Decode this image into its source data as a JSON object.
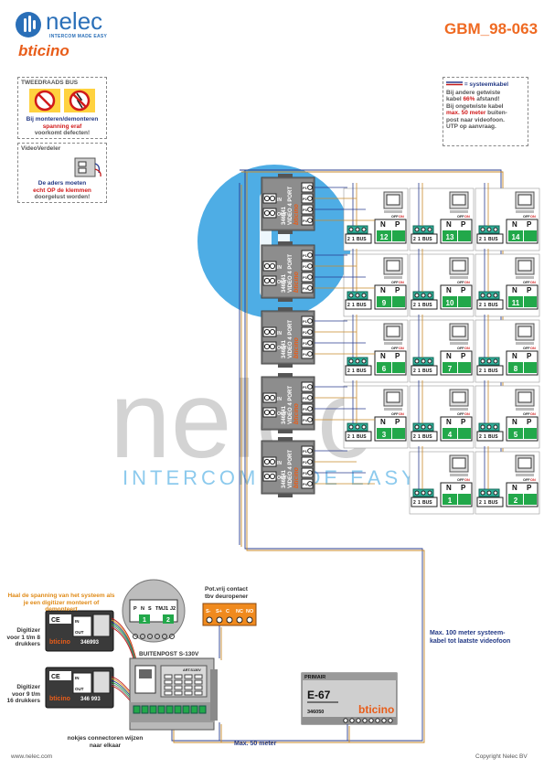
{
  "header": {
    "brand": "nelec",
    "tagline": "INTERCOM MADE EASY",
    "partner": "bticino",
    "doc_id": "GBM_98-063"
  },
  "warn_box": {
    "title": "TWEEDRAADS BUS",
    "line1": "Bij monteren/demonteren",
    "line2": "spanning eraf",
    "line3": "voorkomt defecten!"
  },
  "video_box": {
    "title": "VideoVerdeler",
    "line1": "De aders moeten",
    "line2": "echt OP de klemmen",
    "line3": "doorgelust worden!"
  },
  "note_box": {
    "legend": "= systeemkabel",
    "l1": "Bij andere getwiste",
    "l2a": "kabel ",
    "l2b": "66%",
    "l2c": " afstand!",
    "l3": "Bij ongetwiste kabel",
    "l4a": "max. 50 meter",
    "l4b": " buiten-",
    "l5": "post naar videofoon.",
    "l6": "UTP op aanvraag."
  },
  "watermark": {
    "big": "nelec",
    "small": "INTERCOM MADE EASY"
  },
  "distributor": {
    "model": "346841",
    "label": "VIDEO 4 PORT",
    "ports": [
      "P1",
      "P2",
      "P3",
      "P4"
    ],
    "in": "IN",
    "out": "OUT",
    "brand": "bticino"
  },
  "monitor": {
    "bus": "BUS",
    "n": "N",
    "p": "P",
    "off": "OFF",
    "on": "ON",
    "t2": "2",
    "t1": "1",
    "numbers": [
      "12",
      "13",
      "14",
      "9",
      "10",
      "11",
      "6",
      "7",
      "8",
      "3",
      "4",
      "5",
      "1",
      "2"
    ]
  },
  "left_panel": {
    "warning": "Haal de spanning van het systeem als je een digitizer monteert of demonteert",
    "dig1_label": "Digitizer voor 1 t/m 8 drukkers",
    "dig1_model": "346993",
    "dig2_label": "Digitizer voor 9 t/m 16 drukkers",
    "dig2_model": "346 993",
    "in": "IN",
    "out": "OUT",
    "nokjes": "nokjes connectoren wijzen naar elkaar",
    "connector_pins": [
      "P",
      "N",
      "S",
      "TM",
      "J1",
      "J2"
    ],
    "conn_n1": "1",
    "conn_n2": "2"
  },
  "outdoor": {
    "label": "BUITENPOST S-130V",
    "model": "ART.S130V"
  },
  "contact": {
    "title1": "Pot.vrij contact",
    "title2": "tbv deuropener",
    "pins": [
      "S-",
      "S+",
      "C",
      "NC",
      "NO"
    ]
  },
  "psu": {
    "primary": "PRIMAIR",
    "model": "E-67",
    "code": "346050",
    "brand": "bticino"
  },
  "notes": {
    "max100_1": "Max. 100 meter systeem-",
    "max100_2": "kabel tot laatste videofoon",
    "max50": "Max. 50 meter"
  },
  "footer": {
    "left": "www.nelec.com",
    "right": "Copyright Nelec BV"
  },
  "colors": {
    "brand_blue": "#2a6fb8",
    "accent_orange": "#ef6a22",
    "system_cable_red": "#c21b1b",
    "system_cable_blue": "#2a3d8f",
    "terminal_green": "#22a84a"
  }
}
